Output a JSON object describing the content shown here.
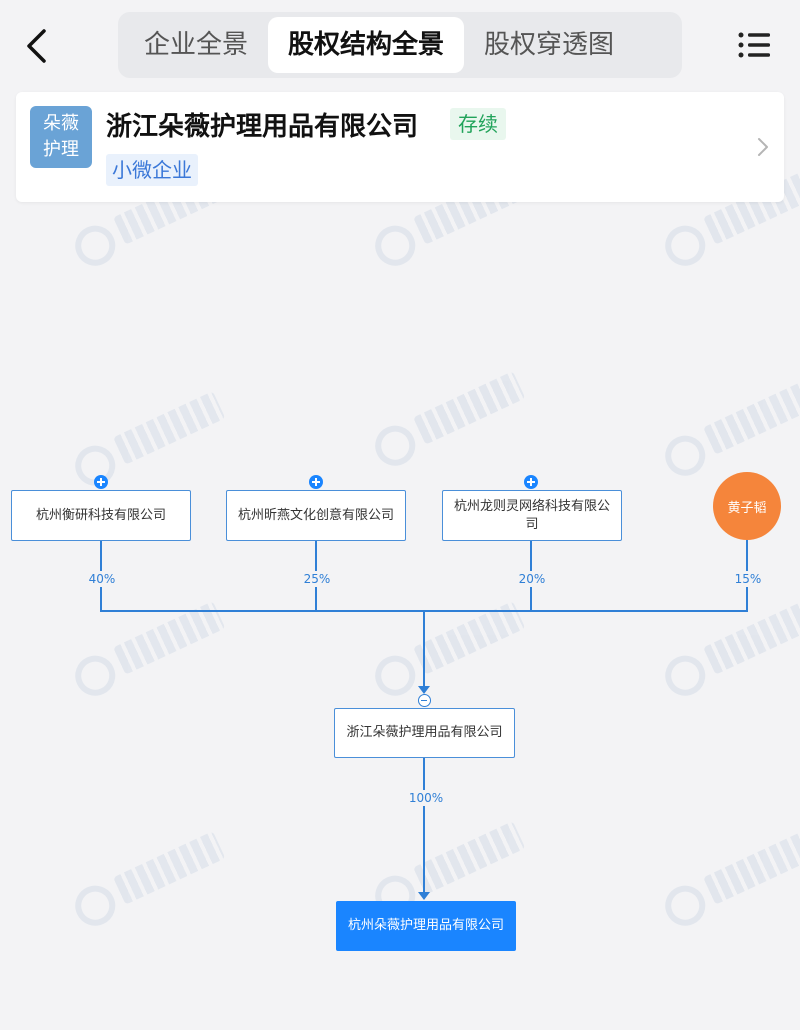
{
  "nav": {
    "tabs": [
      {
        "label": "企业全景",
        "active": false
      },
      {
        "label": "股权结构全景",
        "active": true
      },
      {
        "label": "股权穿透图",
        "active": false
      }
    ]
  },
  "company": {
    "logo_line1": "朵薇",
    "logo_line2": "护理",
    "name": "浙江朵薇护理用品有限公司",
    "status": "存续",
    "size_tag": "小微企业"
  },
  "shareholders": [
    {
      "name": "杭州衡研科技有限公司",
      "percent": "40%",
      "type": "company"
    },
    {
      "name": "杭州昕燕文化创意有限公司",
      "percent": "25%",
      "type": "company"
    },
    {
      "name": "杭州龙则灵网络科技有限公司",
      "percent": "20%",
      "type": "company"
    },
    {
      "name": "黄子韬",
      "percent": "15%",
      "type": "person"
    }
  ],
  "focus_company": {
    "name": "浙江朵薇护理用品有限公司"
  },
  "subsidiary": {
    "name": "杭州朵薇护理用品有限公司",
    "percent": "100%"
  },
  "colors": {
    "accent": "#1a85ff",
    "line": "#2f7fd6",
    "person": "#f5853b",
    "status_green": "#21a35a",
    "logo_bg": "#6aa3d6"
  }
}
